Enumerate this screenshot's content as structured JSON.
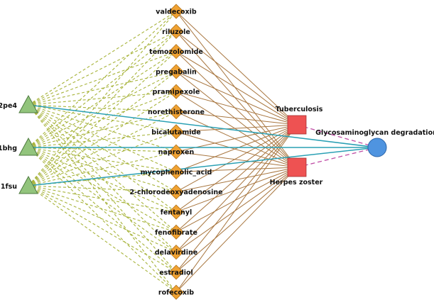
{
  "colors": {
    "protein": "#92c47c",
    "protein_stroke": "#4d7a3e",
    "drug": "#f0a232",
    "drug_stroke": "#b2731a",
    "disease": "#ee5252",
    "disease_stroke": "#a33030",
    "pathway": "#4f94e0",
    "pathway_stroke": "#2a64a8",
    "edge_dashed_green": "#a8b43c",
    "edge_brown": "#a8763f",
    "edge_teal": "#2aa0b4",
    "edge_magenta": "#c04ea6"
  },
  "proteins": [
    {
      "id": "2pe4",
      "label": "2pe4"
    },
    {
      "id": "1bhg",
      "label": "1bhg"
    },
    {
      "id": "1fsu",
      "label": "1fsu"
    }
  ],
  "drugs": [
    {
      "id": "valdecoxib",
      "label": "valdecoxib"
    },
    {
      "id": "riluzole",
      "label": "riluzole"
    },
    {
      "id": "temozolomide",
      "label": "temozolomide"
    },
    {
      "id": "pregabalin",
      "label": "pregabalin"
    },
    {
      "id": "pramipexole",
      "label": "pramipexole"
    },
    {
      "id": "norethisterone",
      "label": "norethisterone"
    },
    {
      "id": "bicalutamide",
      "label": "bicalutamide"
    },
    {
      "id": "naproxen",
      "label": "naproxen"
    },
    {
      "id": "mycophenolic_acid",
      "label": "mycophenolic_acid"
    },
    {
      "id": "2-chlorodeoxyadenosine",
      "label": "2-chlorodeoxyadenosine"
    },
    {
      "id": "fentanyl",
      "label": "fentanyl"
    },
    {
      "id": "fenofibrate",
      "label": "fenofibrate"
    },
    {
      "id": "delavirdine",
      "label": "delavirdine"
    },
    {
      "id": "estradiol",
      "label": "estradiol"
    },
    {
      "id": "rofecoxib",
      "label": "rofecoxib"
    }
  ],
  "diseases": [
    {
      "id": "tuberculosis",
      "label": "Tuberculosis"
    },
    {
      "id": "herpes-zoster",
      "label": "Herpes zoster"
    }
  ],
  "pathway": {
    "id": "glycosaminoglycan-degradation",
    "label": "Glycosaminoglycan degradation"
  }
}
